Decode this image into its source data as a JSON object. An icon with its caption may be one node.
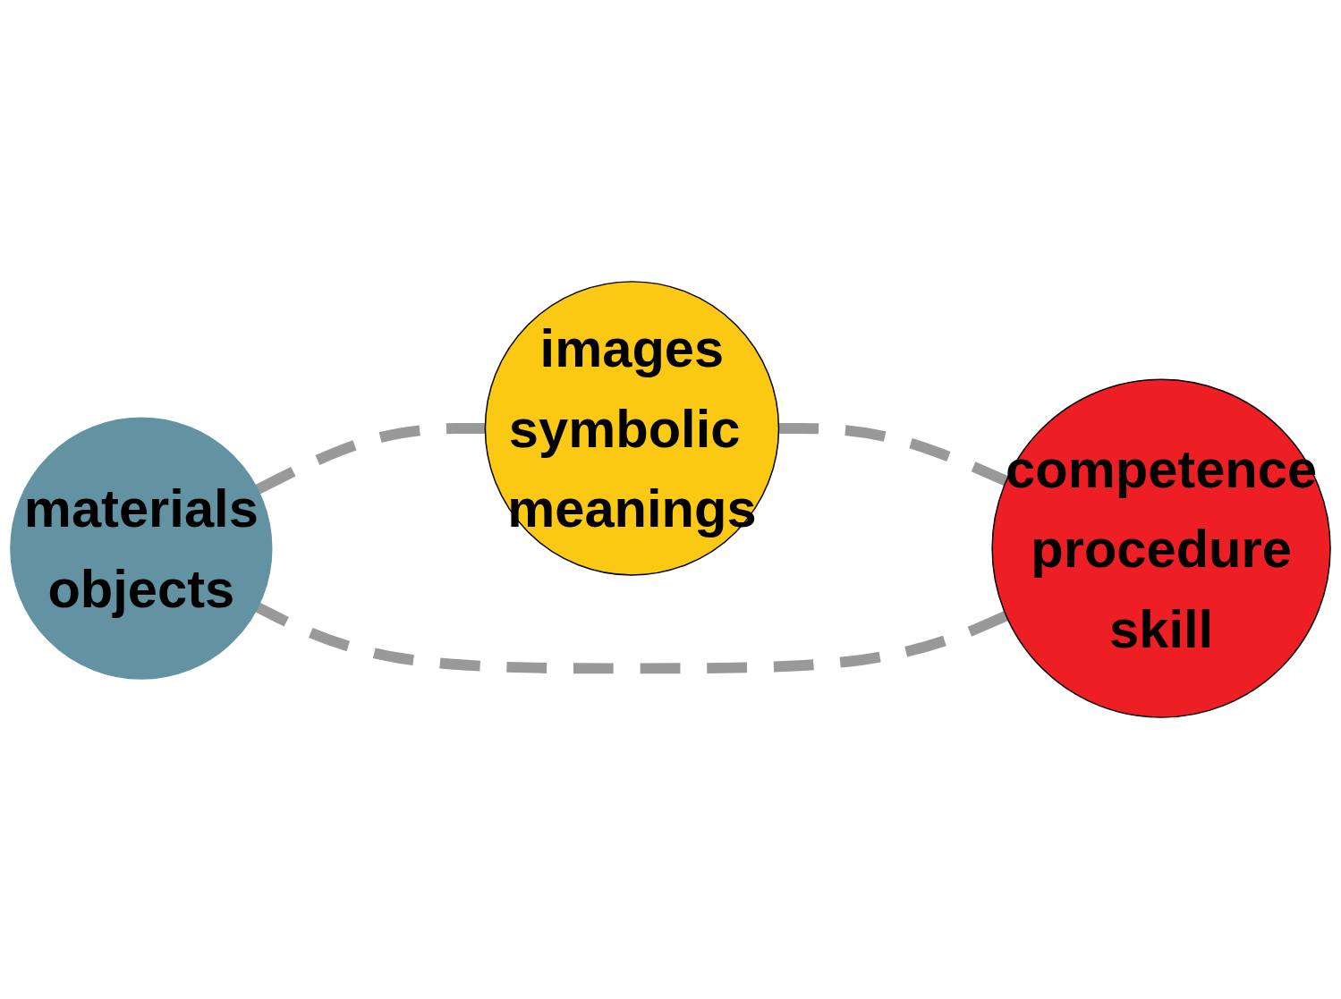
{
  "diagram": {
    "nodes": [
      {
        "text": [
          "materials",
          "objects"
        ]
      },
      {
        "text": [
          "images",
          "symbolic meanings"
        ]
      },
      {
        "text": [
          "competence",
          "procedure",
          "skill"
        ]
      }
    ],
    "edges": [
      {
        "from": 0,
        "to": 1,
        "arrow": "none",
        "style": "dashed",
        "color": "#999999"
      },
      {
        "from": 1,
        "to": 2,
        "arrow": "none",
        "style": "dashed",
        "color": "#999999"
      },
      {
        "from": 2,
        "to": 0,
        "arrow": "none",
        "style": "dashed",
        "color": "#999999"
      }
    ]
  }
}
